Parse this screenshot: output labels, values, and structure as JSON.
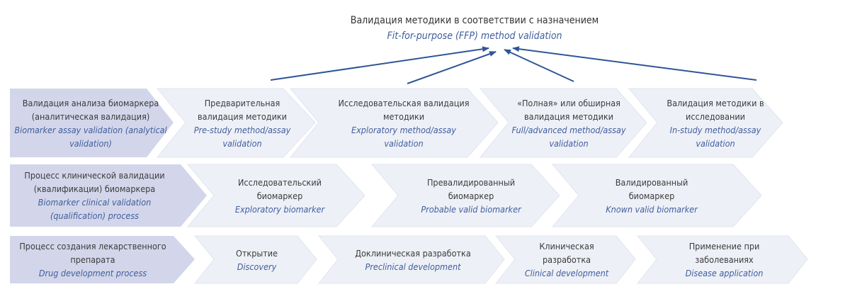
{
  "title": {
    "ru": "Валидация методики в соответствии с назначением",
    "en": "Fit-for-purpose (FFP) method validation"
  },
  "colors": {
    "header_fill": "#d3d6ea",
    "chevron_fill": "#eef0f7",
    "arrow": "#2f5597",
    "english_text": "#3f5e9c"
  },
  "rows": [
    {
      "header": {
        "ru": "Валидация анализа биомаркера (аналитическая валидация)",
        "en": "Biomarker assay validation (analytical validation)"
      },
      "steps": [
        {
          "ru": "Предварительная валидация методики",
          "en": "Pre-study method/assay validation"
        },
        {
          "ru": "Исследовательская валидация методики",
          "en": "Exploratory method/assay validation"
        },
        {
          "ru": "«Полная» или обширная валидация методики",
          "en": "Full/advanced method/assay validation"
        },
        {
          "ru": "Валидация методики в исследовании",
          "en": "In-study method/assay validation"
        }
      ]
    },
    {
      "header": {
        "ru": "Процесс клинической валидации (квалификации) биомаркера",
        "en": "Biomarker clinical validation (qualification) process"
      },
      "steps": [
        {
          "ru": "Исследовательский биомаркер",
          "en": "Exploratory biomarker"
        },
        {
          "ru": "Превалидированный биомаркер",
          "en": "Probable valid biomarker"
        },
        {
          "ru": "Валидированный биомаркер",
          "en": "Known valid biomarker"
        }
      ]
    },
    {
      "header": {
        "ru": "Процесс создания лекарственного препарата",
        "en": "Drug development process"
      },
      "steps": [
        {
          "ru": "Открытие",
          "en": "Discovery"
        },
        {
          "ru": "Доклиническая разработка",
          "en": "Preclinical development"
        },
        {
          "ru": "Клиническая разработка",
          "en": "Clinical development"
        },
        {
          "ru": "Применение при заболеваниях",
          "en": "Disease application"
        }
      ]
    }
  ]
}
